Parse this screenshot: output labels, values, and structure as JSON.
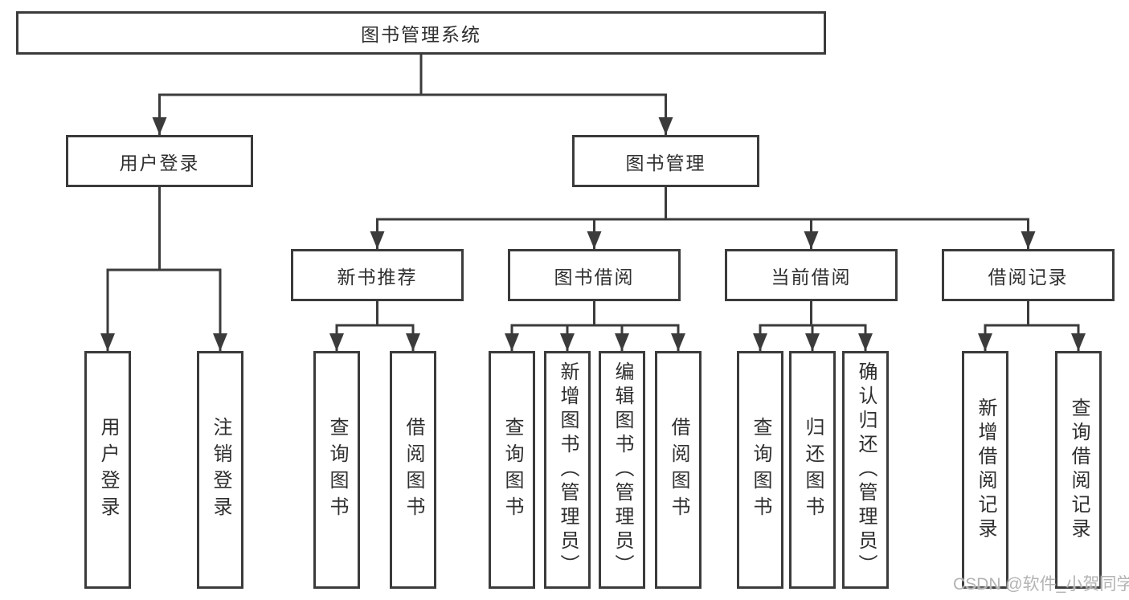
{
  "colors": {
    "line": "#3b3b3b",
    "border": "#3b3b3b",
    "text": "#2f2f2f",
    "watermark": "#b3b3b3",
    "background": "#ffffff"
  },
  "tree": {
    "root": {
      "label": "图书管理系统"
    },
    "branches": [
      {
        "label": "用户登录",
        "children": [
          {
            "label": "用户登录"
          },
          {
            "label": "注销登录"
          }
        ]
      },
      {
        "label": "图书管理",
        "children": [
          {
            "label": "新书推荐",
            "children": [
              {
                "label": "查询图书"
              },
              {
                "label": "借阅图书"
              }
            ]
          },
          {
            "label": "图书借阅",
            "children": [
              {
                "label": "查询图书"
              },
              {
                "label": "新增图书（管理员）"
              },
              {
                "label": "编辑图书（管理员）"
              },
              {
                "label": "借阅图书"
              }
            ]
          },
          {
            "label": "当前借阅",
            "children": [
              {
                "label": "查询图书"
              },
              {
                "label": "归还图书"
              },
              {
                "label": "确认归还（管理员）"
              }
            ]
          },
          {
            "label": "借阅记录",
            "children": [
              {
                "label": "新增借阅记录"
              },
              {
                "label": "查询借阅记录"
              }
            ]
          }
        ]
      }
    ]
  },
  "watermark": "CSDN @软件_小贺同学"
}
